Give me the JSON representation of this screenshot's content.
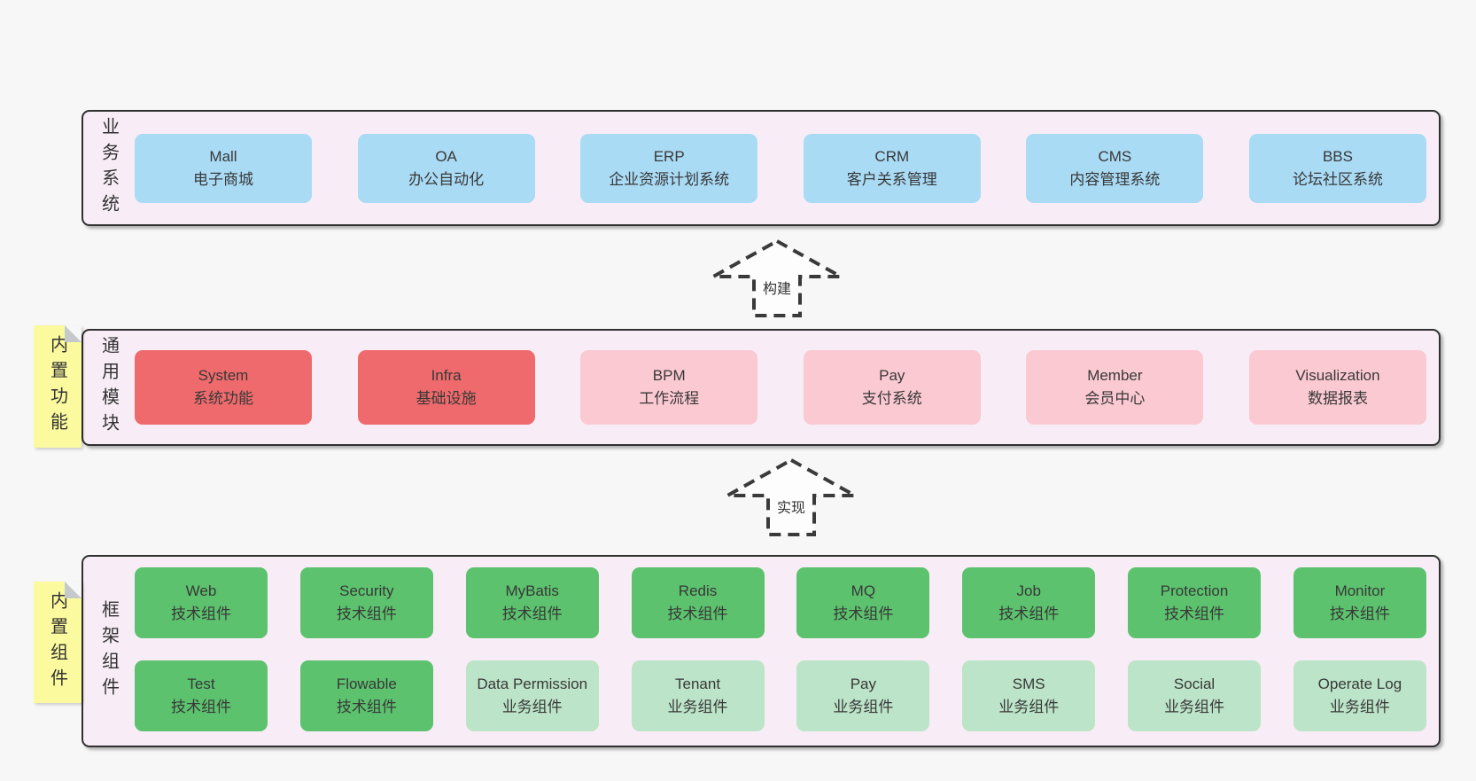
{
  "colors": {
    "page-bg": "#f7f7f7",
    "band-bg": "#f8edf6",
    "band-border": "#303030",
    "box-blue": "#aadbf5",
    "box-red": "#ef6a6c",
    "box-pink": "#fbc9d2",
    "box-green": "#5cc26e",
    "box-green-light": "#bce4c8",
    "note-yellow": "#fbfa9e",
    "note-fold": "#c6c9cb",
    "text": "#383838"
  },
  "bands": [
    {
      "label": "业务系统",
      "boxes": [
        {
          "title": "Mall",
          "subtitle": "电子商城"
        },
        {
          "title": "OA",
          "subtitle": "办公自动化"
        },
        {
          "title": "ERP",
          "subtitle": "企业资源计划系统"
        },
        {
          "title": "CRM",
          "subtitle": "客户关系管理"
        },
        {
          "title": "CMS",
          "subtitle": "内容管理系统"
        },
        {
          "title": "BBS",
          "subtitle": "论坛社区系统"
        }
      ]
    },
    {
      "label": "通用模块",
      "note": "内置功能",
      "boxes": [
        {
          "title": "System",
          "subtitle": "系统功能"
        },
        {
          "title": "Infra",
          "subtitle": "基础设施"
        },
        {
          "title": "BPM",
          "subtitle": "工作流程"
        },
        {
          "title": "Pay",
          "subtitle": "支付系统"
        },
        {
          "title": "Member",
          "subtitle": "会员中心"
        },
        {
          "title": "Visualization",
          "subtitle": "数据报表"
        }
      ]
    },
    {
      "label": "框架组件",
      "note": "内置组件",
      "row1": [
        {
          "title": "Web",
          "subtitle": "技术组件"
        },
        {
          "title": "Security",
          "subtitle": "技术组件"
        },
        {
          "title": "MyBatis",
          "subtitle": "技术组件"
        },
        {
          "title": "Redis",
          "subtitle": "技术组件"
        },
        {
          "title": "MQ",
          "subtitle": "技术组件"
        },
        {
          "title": "Job",
          "subtitle": "技术组件"
        },
        {
          "title": "Protection",
          "subtitle": "技术组件"
        },
        {
          "title": "Monitor",
          "subtitle": "技术组件"
        }
      ],
      "row2": [
        {
          "title": "Test",
          "subtitle": "技术组件"
        },
        {
          "title": "Flowable",
          "subtitle": "技术组件"
        },
        {
          "title": "Data Permission",
          "subtitle": "业务组件"
        },
        {
          "title": "Tenant",
          "subtitle": "业务组件"
        },
        {
          "title": "Pay",
          "subtitle": "业务组件"
        },
        {
          "title": "SMS",
          "subtitle": "业务组件"
        },
        {
          "title": "Social",
          "subtitle": "业务组件"
        },
        {
          "title": "Operate Log",
          "subtitle": "业务组件"
        }
      ]
    }
  ],
  "arrows": [
    {
      "label": "构建"
    },
    {
      "label": "实现"
    }
  ]
}
